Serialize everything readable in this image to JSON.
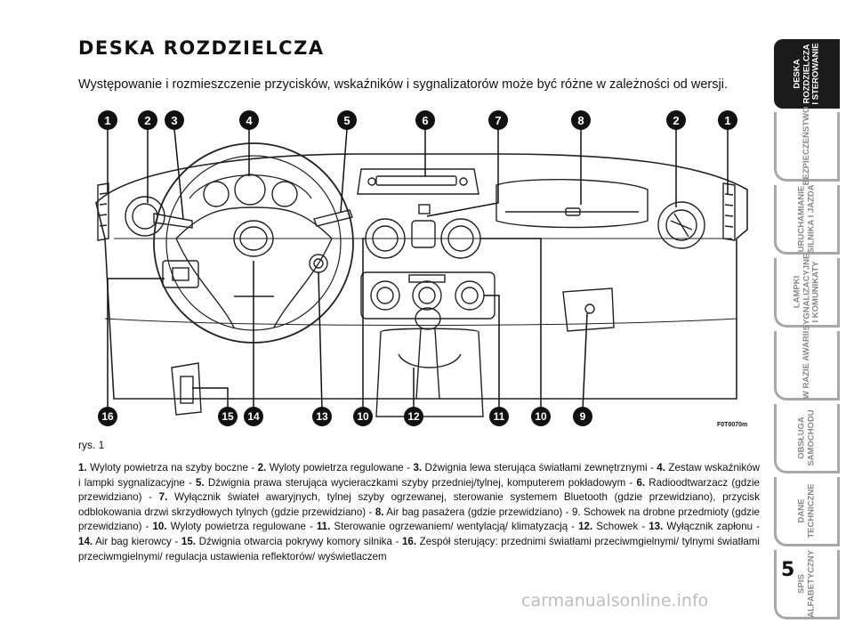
{
  "header": {
    "title": "DESKA ROZDZIELCZA",
    "subtitle": "Występowanie i rozmieszczenie przycisków, wskaźników i sygnalizatorów może być różne w zależności od wersji."
  },
  "figure": {
    "top_callouts": [
      "1",
      "2",
      "3",
      "4",
      "5",
      "6",
      "7",
      "8",
      "2",
      "1"
    ],
    "bottom_callouts": [
      "16",
      "15",
      "14",
      "13",
      "10",
      "12",
      "11",
      "10",
      "9"
    ],
    "code": "F0T0070m",
    "caption": "rys. 1"
  },
  "legend": [
    {
      "num": "1.",
      "text": " Wyloty powietrza na szyby boczne - "
    },
    {
      "num": "2.",
      "text": " Wyloty powietrza regulowane - "
    },
    {
      "num": "3.",
      "text": " Dźwignia lewa sterująca światłami zewnętrznymi - "
    },
    {
      "num": "4.",
      "text": " Zestaw wskaźników i lampki sygnalizacyjne - "
    },
    {
      "num": "5.",
      "text": " Dźwignia prawa sterująca wycieraczkami szyby przedniej/tylnej, komputerem pokładowym - "
    },
    {
      "num": "6.",
      "text": " Radioodtwarzacz (gdzie przewidziano) - "
    },
    {
      "num": "7.",
      "text": " Wyłącznik świateł awaryjnych, tylnej szyby ogrzewanej, sterowanie systemem Bluetooth (gdzie przewidziano), przycisk odblokowania drzwi skrzydłowych tylnych (gdzie przewidziano) - "
    },
    {
      "num": "8.",
      "text": " Air bag pasażera (gdzie przewidziano) - 9. Schowek na drobne przedmioty (gdzie przewidziano) - "
    },
    {
      "num": "10.",
      "text": " Wyloty powietrza regulowane - "
    },
    {
      "num": "11.",
      "text": " Sterowanie ogrzewaniem/ wentylacją/ klimatyzacją - "
    },
    {
      "num": "12.",
      "text": " Schowek - "
    },
    {
      "num": "13.",
      "text": " Wyłącznik zapłonu - "
    },
    {
      "num": "14.",
      "text": " Air bag kierowcy - "
    },
    {
      "num": "15.",
      "text": " Dźwignia otwarcia pokrywy komory silnika - "
    },
    {
      "num": "16.",
      "text": " Zespół sterujący: przednimi światłami przeciwmgielnymi/ tylnymi światłami przeciwmgielnymi/ regulacja ustawienia reflektorów/ wyświetlaczem"
    }
  ],
  "tabs": [
    {
      "label": "DESKA\nROZDZIELCZA\nI STEROWANIE",
      "active": true
    },
    {
      "label": "BEZPIECZEŃSTWO",
      "active": false
    },
    {
      "label": "URUCHAMIANIE\nSILNIKA I JAZDA",
      "active": false
    },
    {
      "label": "LAMPKI\nSYGNALIZACYJNE\nI KOMUNIKATY",
      "active": false
    },
    {
      "label": "W RAZIE AWARII",
      "active": false
    },
    {
      "label": "OBSŁUGA\nSAMOCHODU",
      "active": false
    },
    {
      "label": "DANE\nTECHNICZNE",
      "active": false
    },
    {
      "label": "SPIS\nALFABETYCZNY",
      "active": false
    }
  ],
  "page_number": "5",
  "watermark": "carmanualsonline.info"
}
